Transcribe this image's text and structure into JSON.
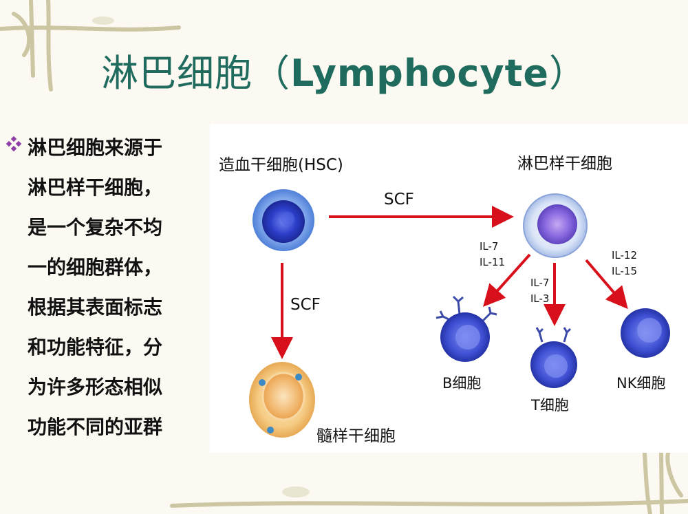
{
  "title": {
    "zh": "淋巴细胞（",
    "en": "Lymphocyte",
    "close": "）"
  },
  "bullet": {
    "lines": [
      "淋巴细胞来源于",
      "淋巴样干细胞，",
      "是一个复杂不均",
      "一的细胞群体，",
      "根据其表面标志",
      "和功能特征，分",
      "为许多形态相似",
      "功能不同的亚群"
    ]
  },
  "diagram": {
    "hsc_label": "造血干细胞(HSC)",
    "lymphoid_label": "淋巴样干细胞",
    "myeloid_label": "髓样干细胞",
    "scf_right": "SCF",
    "scf_down": "SCF",
    "b_factors": [
      "IL-7",
      "IL-11"
    ],
    "t_factors": [
      "IL-7",
      "IL-3"
    ],
    "nk_factors": [
      "IL-12",
      "IL-15"
    ],
    "b_label": "B细胞",
    "t_label": "T细胞",
    "nk_label": "NK细胞"
  },
  "colors": {
    "title": "#1f6b5e",
    "arrow": "#d8101c",
    "cell_blue": "#3d4fd6",
    "cell_myeloid": "#f5c77e"
  }
}
